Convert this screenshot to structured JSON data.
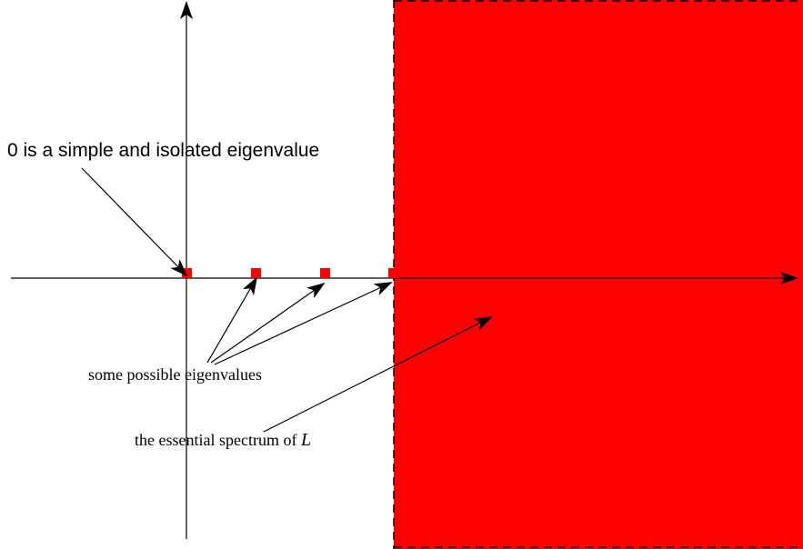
{
  "annotations": {
    "zero_eigenvalue": "0 is a simple and isolated eigenvalue",
    "possible_eigenvalues": "some possible eigenvalues",
    "essential_spectrum_prefix": "the essential spectrum of ",
    "essential_spectrum_operator": "L"
  },
  "colors": {
    "essential_spectrum_fill": "#ff0000",
    "eigenvalue_marker": "#ff0000",
    "axis": "#000000",
    "boundary_dash": "#000000"
  },
  "eigenvalue_markers_count": 4
}
